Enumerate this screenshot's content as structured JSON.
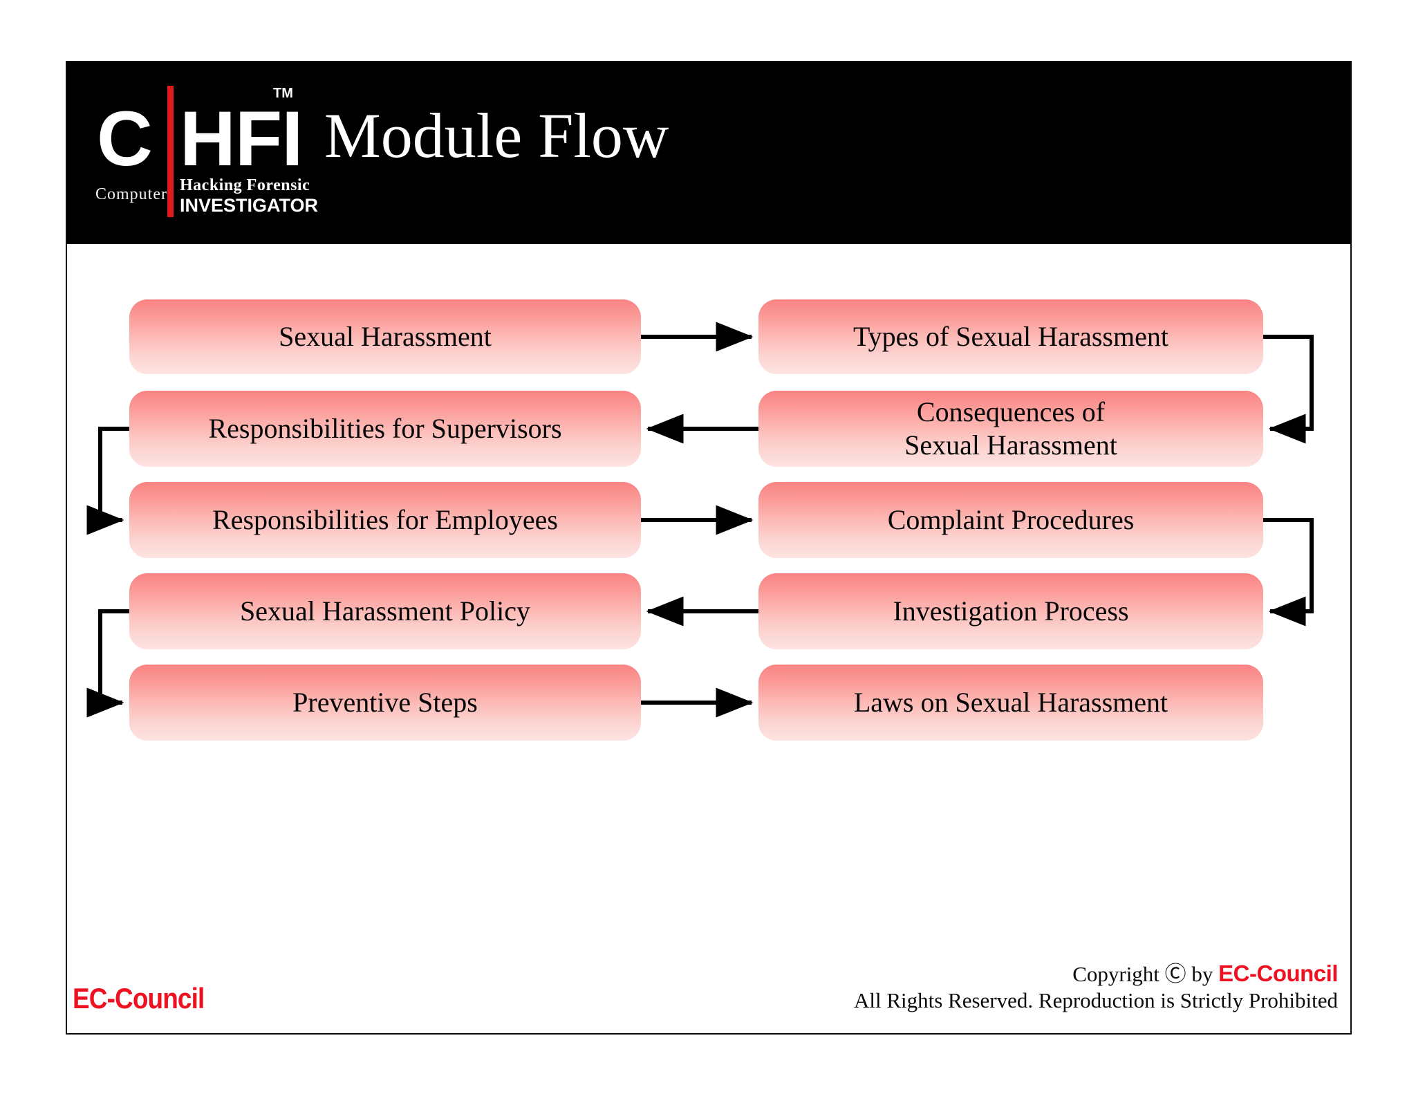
{
  "slide": {
    "title": "Module Flow",
    "logo": {
      "letter_c": "C",
      "letters_hfi": "HFI",
      "trademark": "TM",
      "computer_label": "Computer",
      "hacking_forensic": "Hacking  Forensic",
      "investigator": "INVESTIGATOR"
    },
    "accent_color": "#e01a1a",
    "header_background": "#000000",
    "node_gradient_top": "#fa8383",
    "node_gradient_bottom": "#fde3e1"
  },
  "flow": {
    "nodes": [
      {
        "id": "n1",
        "label": "Sexual Harassment",
        "column": "left",
        "row": 1
      },
      {
        "id": "n2",
        "label": "Types of Sexual Harassment",
        "column": "right",
        "row": 1
      },
      {
        "id": "n3",
        "label": "Consequences of\nSexual Harassment",
        "column": "right",
        "row": 2
      },
      {
        "id": "n4",
        "label": "Responsibilities for Supervisors",
        "column": "left",
        "row": 2
      },
      {
        "id": "n5",
        "label": "Responsibilities for Employees",
        "column": "left",
        "row": 3
      },
      {
        "id": "n6",
        "label": "Complaint Procedures",
        "column": "right",
        "row": 3
      },
      {
        "id": "n7",
        "label": "Investigation Process",
        "column": "right",
        "row": 4
      },
      {
        "id": "n8",
        "label": "Sexual Harassment Policy",
        "column": "left",
        "row": 4
      },
      {
        "id": "n9",
        "label": "Preventive Steps",
        "column": "left",
        "row": 5
      },
      {
        "id": "n10",
        "label": "Laws on Sexual Harassment",
        "column": "right",
        "row": 5
      }
    ],
    "node_labels": {
      "n1": "Sexual Harassment",
      "n2": "Types of Sexual Harassment",
      "n3_line1": "Consequences of",
      "n3_line2": "Sexual Harassment",
      "n4": "Responsibilities for Supervisors",
      "n5": "Responsibilities for Employees",
      "n6": "Complaint Procedures",
      "n7": "Investigation Process",
      "n8": "Sexual Harassment Policy",
      "n9": "Preventive Steps",
      "n10": "Laws on Sexual Harassment"
    },
    "connectors": [
      {
        "from": "n1",
        "to": "n2",
        "kind": "straight-right"
      },
      {
        "from": "n2",
        "to": "n3",
        "kind": "wrap-right-down"
      },
      {
        "from": "n3",
        "to": "n4",
        "kind": "straight-left"
      },
      {
        "from": "n4",
        "to": "n5",
        "kind": "wrap-left-down"
      },
      {
        "from": "n5",
        "to": "n6",
        "kind": "straight-right"
      },
      {
        "from": "n6",
        "to": "n7",
        "kind": "wrap-right-down"
      },
      {
        "from": "n7",
        "to": "n8",
        "kind": "straight-left"
      },
      {
        "from": "n8",
        "to": "n9",
        "kind": "wrap-left-down"
      },
      {
        "from": "n9",
        "to": "n10",
        "kind": "straight-right"
      }
    ]
  },
  "footer": {
    "brand": "EC-Council",
    "copyright_prefix": "Copyright Ⓒ by ",
    "copyright_brand": "EC-Council",
    "rights_line": "All Rights Reserved. Reproduction is Strictly Prohibited"
  }
}
